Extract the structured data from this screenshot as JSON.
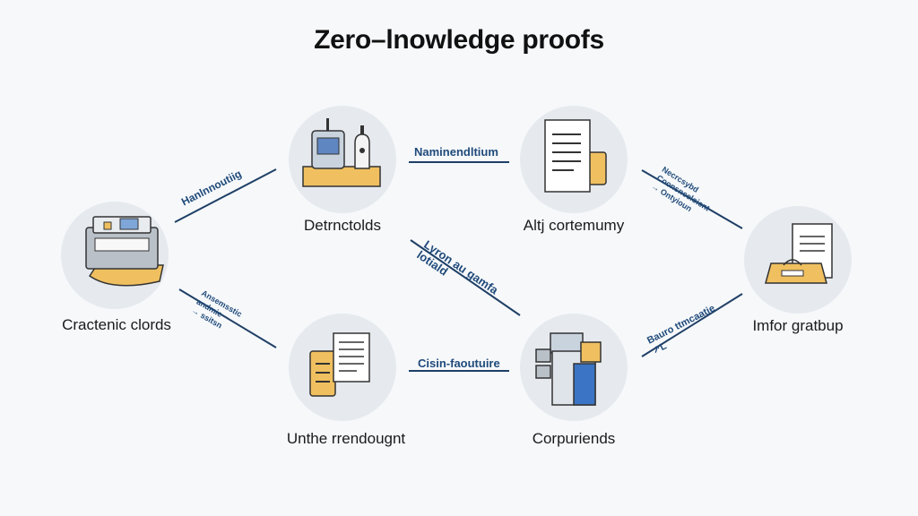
{
  "title": "Zero–lnowledge proofs",
  "nodes": {
    "left": "Cractenic clords",
    "top_mid_left": "Detrnctolds",
    "top_mid_right": "Altj cortemumy",
    "bottom_mid_left": "Unthe rrendougnt",
    "bottom_mid_right": "Corpuriends",
    "right": "Imfor gratbup"
  },
  "edges": {
    "left_to_top": "Hanlnnoutiig",
    "left_to_bottom": "Ansemsstic\nandmie\n→ ssitsn",
    "top_horizontal": "Naminendltium",
    "cross_diagonal": "Lyron au gamfa\nlotiald",
    "bottom_horizontal": "Cisin-faoutuire",
    "right_to_top": "Necrcsybd\nCoonsnccloicnt\n→ Ontyioun",
    "right_to_bottom": "Bauro ttmcaatie\n↗L"
  },
  "colors": {
    "edge": "#1f3f66",
    "circle": "#e6eaef",
    "accent_gold": "#f0c060",
    "accent_blue": "#3b74c4"
  }
}
